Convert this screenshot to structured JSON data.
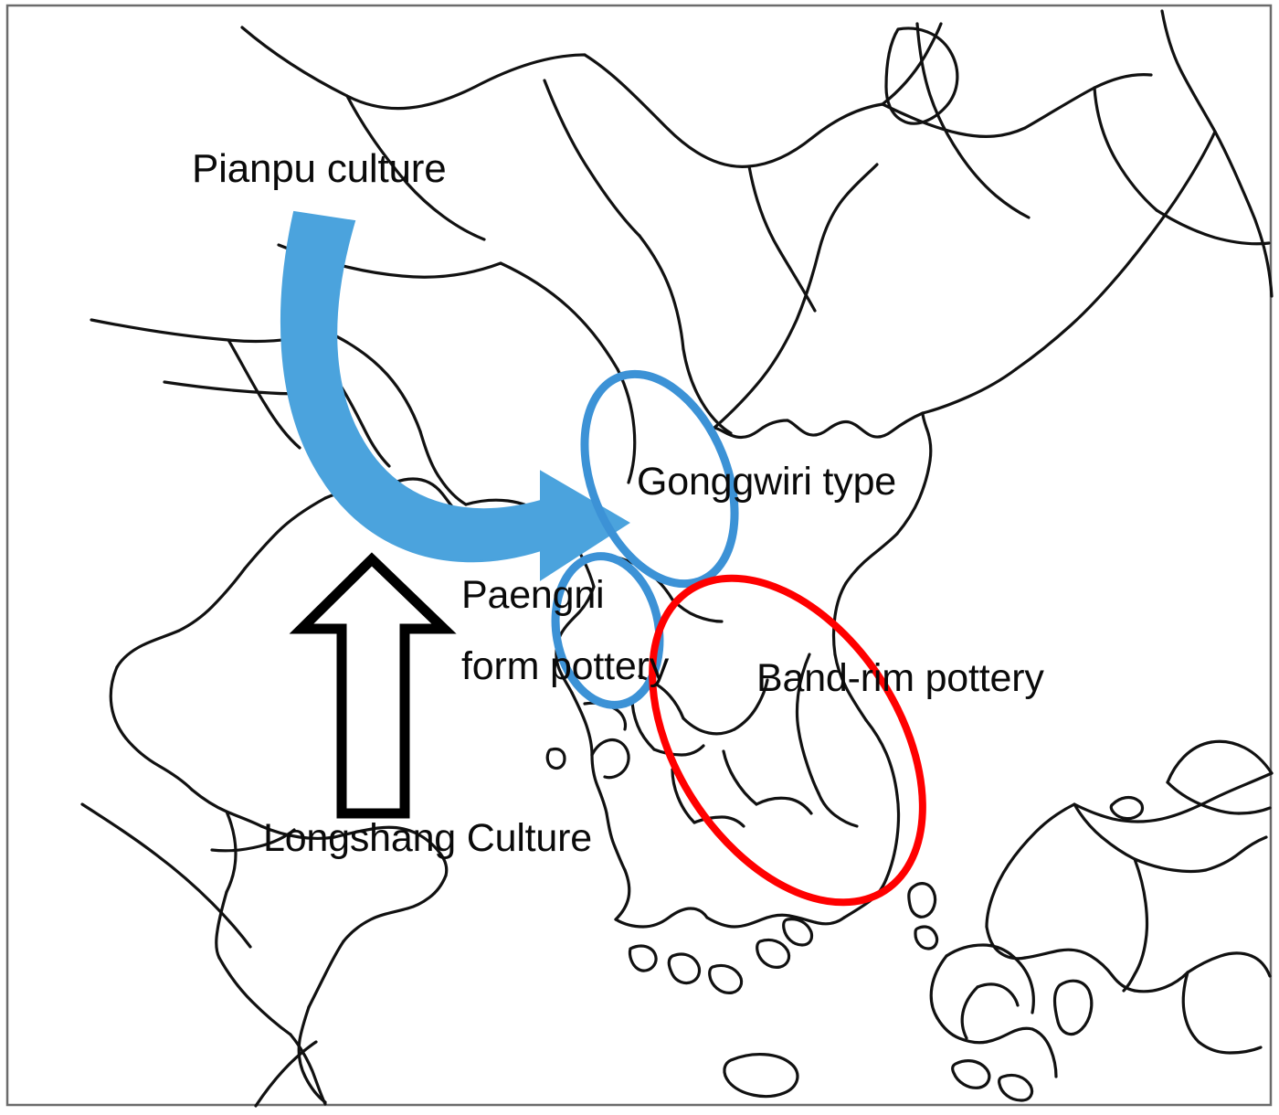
{
  "figure": {
    "type": "archaeological-distribution-map",
    "region": "Northeast Asia: North China, Korean Peninsula, western Japan",
    "background_color": "#ffffff",
    "border_color": "#6b6b6b",
    "coastline_color": "#111111"
  },
  "colors": {
    "arrow_blue": "#4BA3DD",
    "ellipse_blue": "#3C92D6",
    "ellipse_red": "#FF0000",
    "outline_black": "#000000",
    "text_black": "#0a0a0a"
  },
  "labels": {
    "pianpu": "Pianpu culture",
    "gonggwiri": "Gonggwiri type",
    "paengni_line1": "Paengni",
    "paengni_line2": "form pottery",
    "bandrim": "Band-rim pottery",
    "longshang": "Longshang Culture"
  },
  "annotations": [
    {
      "name": "pianpu-migration-arrow",
      "label": "Pianpu culture",
      "shape": "curved-arrow",
      "color": "#4BA3DD",
      "direction": "from northwest (Liao river basin) curving south and east toward Korean peninsula",
      "arrowhead": "right"
    },
    {
      "name": "gonggwiri-ellipse",
      "label": "Gonggwiri type",
      "shape": "ellipse",
      "color": "#3C92D6",
      "tilt_deg": -22,
      "region": "north-central Korean peninsula"
    },
    {
      "name": "paengni-ellipse",
      "label": "Paengni form pottery",
      "shape": "ellipse",
      "color": "#3C92D6",
      "tilt_deg": -12,
      "region": "west-central Korean peninsula"
    },
    {
      "name": "bandrim-ellipse",
      "label": "Band-rim pottery",
      "shape": "ellipse",
      "color": "#FF0000",
      "tilt_deg": -35,
      "region": "southern Korean peninsula"
    },
    {
      "name": "longshang-arrow",
      "label": "Longshang Culture",
      "shape": "block-arrow",
      "fill": "#ffffff",
      "stroke": "#000000",
      "direction": "north",
      "region": "Shandong toward Bohai / Liaodong"
    }
  ]
}
